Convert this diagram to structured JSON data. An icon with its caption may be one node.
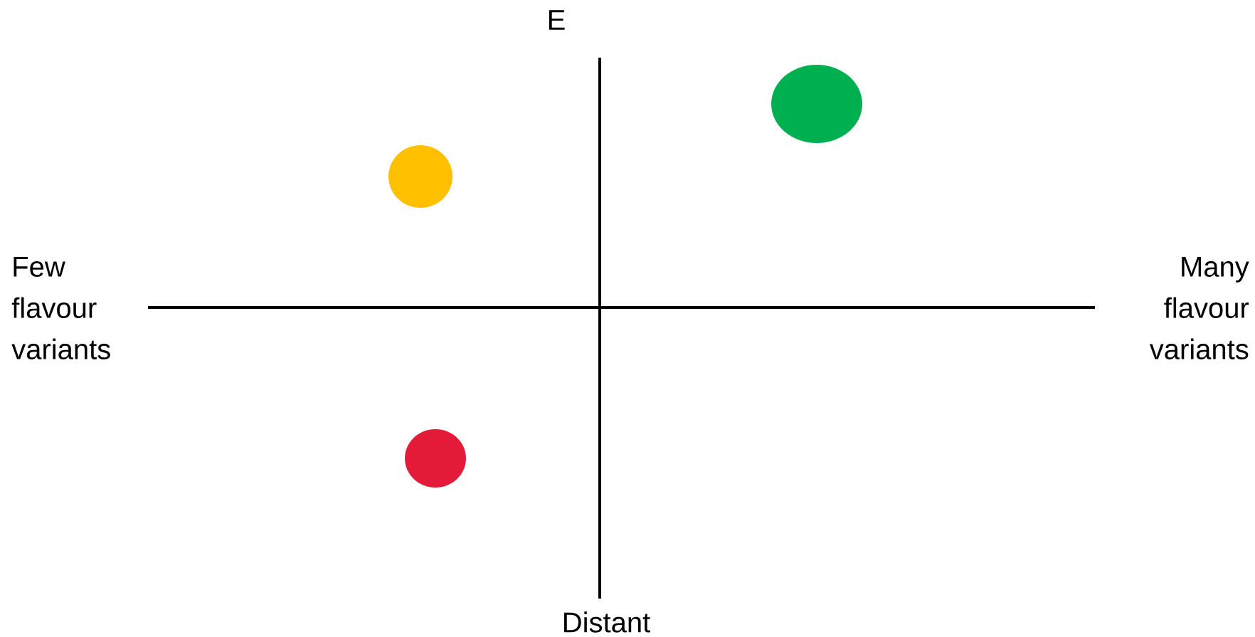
{
  "diagram": {
    "nodes": [
      {
        "text": [],
        "shape": "circle"
      },
      {
        "text": [],
        "shape": "circle"
      },
      {
        "text": [],
        "shape": "circle"
      }
    ],
    "labels": [
      "E",
      "Few flavour variants",
      "Many flavour variants",
      "Distant"
    ]
  }
}
